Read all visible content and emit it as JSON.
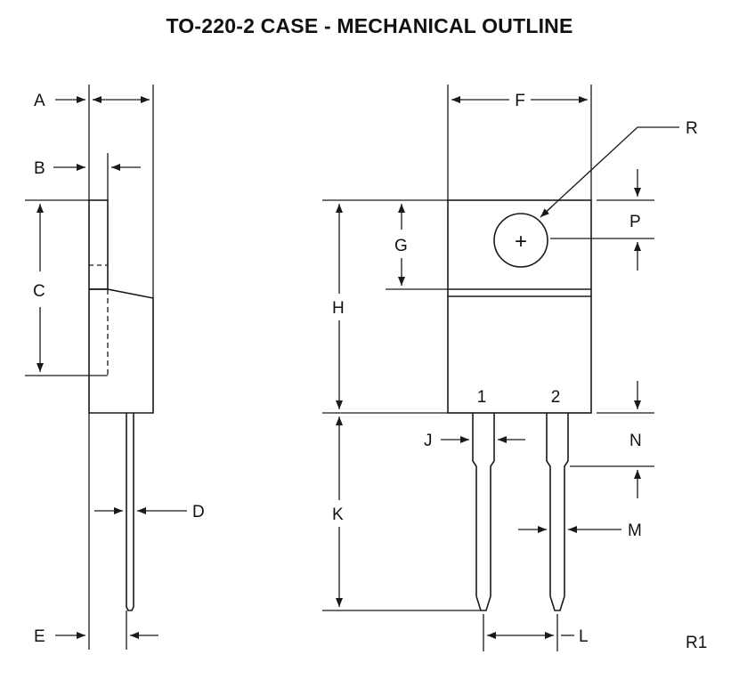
{
  "title": "TO-220-2 CASE - MECHANICAL OUTLINE",
  "dimension_labels": {
    "A": "A",
    "B": "B",
    "C": "C",
    "D": "D",
    "E": "E",
    "F": "F",
    "G": "G",
    "H": "H",
    "J": "J",
    "K": "K",
    "L": "L",
    "M": "M",
    "N": "N",
    "P": "P",
    "R": "R"
  },
  "pin_labels": {
    "pin1": "1",
    "pin2": "2"
  },
  "mounting_hole_mark": "+",
  "revision": "R1"
}
